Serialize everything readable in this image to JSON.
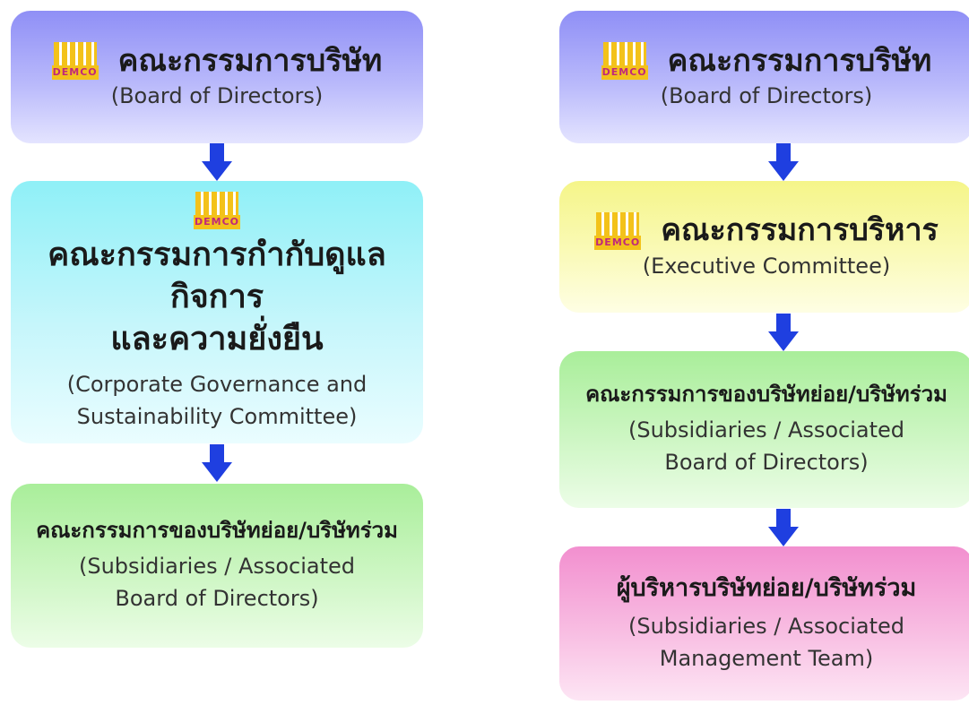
{
  "logo": {
    "text": "DEMCO"
  },
  "left": {
    "board": {
      "th": "คณะกรรมการบริษัท",
      "en": "(Board of Directors)"
    },
    "governance": {
      "th_line1": "คณะกรรมการกำกับดูแลกิจการ",
      "th_line2": "และความยั่งยืน",
      "en_line1": "(Corporate Governance and",
      "en_line2": "Sustainability Committee)"
    },
    "subsidiaries": {
      "th": "คณะกรรมการของบริษัทย่อย/บริษัทร่วม",
      "en_line1": "(Subsidiaries / Associated",
      "en_line2": "Board of Directors)"
    }
  },
  "right": {
    "board": {
      "th": "คณะกรรมการบริษัท",
      "en": "(Board of Directors)"
    },
    "executive": {
      "th": "คณะกรรมการบริหาร",
      "en": "(Executive Committee)"
    },
    "subsidiaries": {
      "th": "คณะกรรมการของบริษัทย่อย/บริษัทร่วม",
      "en_line1": "(Subsidiaries / Associated",
      "en_line2": "Board of Directors)"
    },
    "management": {
      "th": "ผู้บริหารบริษัทย่อย/บริษัทร่วม",
      "en_line1": "(Subsidiaries / Associated",
      "en_line2": "Management Team)"
    }
  },
  "colors": {
    "arrow": "#1f3fe0",
    "logo_yellow": "#f3c21a",
    "logo_text": "#c0287a"
  }
}
